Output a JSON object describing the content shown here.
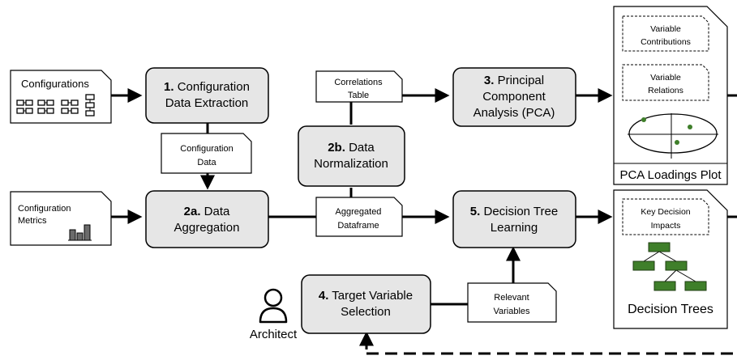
{
  "documents": {
    "configurations": "Configurations",
    "configuration_metrics_1": "Configuration",
    "configuration_metrics_2": "Metrics",
    "configuration_data_1": "Configuration",
    "configuration_data_2": "Data",
    "correlations_table_1": "Correlations",
    "correlations_table_2": "Table",
    "aggregated_dataframe_1": "Aggregated",
    "aggregated_dataframe_2": "Dataframe",
    "relevant_variables_1": "Relevant",
    "relevant_variables_2": "Variables"
  },
  "steps": {
    "s1_num": "1.",
    "s1_line1": " Configuration",
    "s1_line2": "Data Extraction",
    "s2a_num": "2a.",
    "s2a_line1": " Data",
    "s2a_line2": "Aggregation",
    "s2b_num": "2b.",
    "s2b_line1": " Data",
    "s2b_line2": "Normalization",
    "s3_num": "3.",
    "s3_line1": " Principal",
    "s3_line2": "Component",
    "s3_line3": "Analysis (PCA)",
    "s4_num": "4.",
    "s4_line1": " Target Variable",
    "s4_line2": "Selection",
    "s5_num": "5.",
    "s5_line1": " Decision Tree",
    "s5_line2": "Learning"
  },
  "outputs": {
    "pca": {
      "variable_contributions_1": "Variable",
      "variable_contributions_2": "Contributions",
      "variable_relations_1": "Variable",
      "variable_relations_2": "Relations",
      "title": "PCA Loadings Plot"
    },
    "trees": {
      "key_decision_impacts_1": "Key Decision",
      "key_decision_impacts_2": "Impacts",
      "title": "Decision Trees"
    }
  },
  "actor": {
    "label": "Architect"
  },
  "colors": {
    "step_fill": "#e6e6e6",
    "tree_node": "#3f7f2a",
    "bar": "#6b6b6b"
  }
}
